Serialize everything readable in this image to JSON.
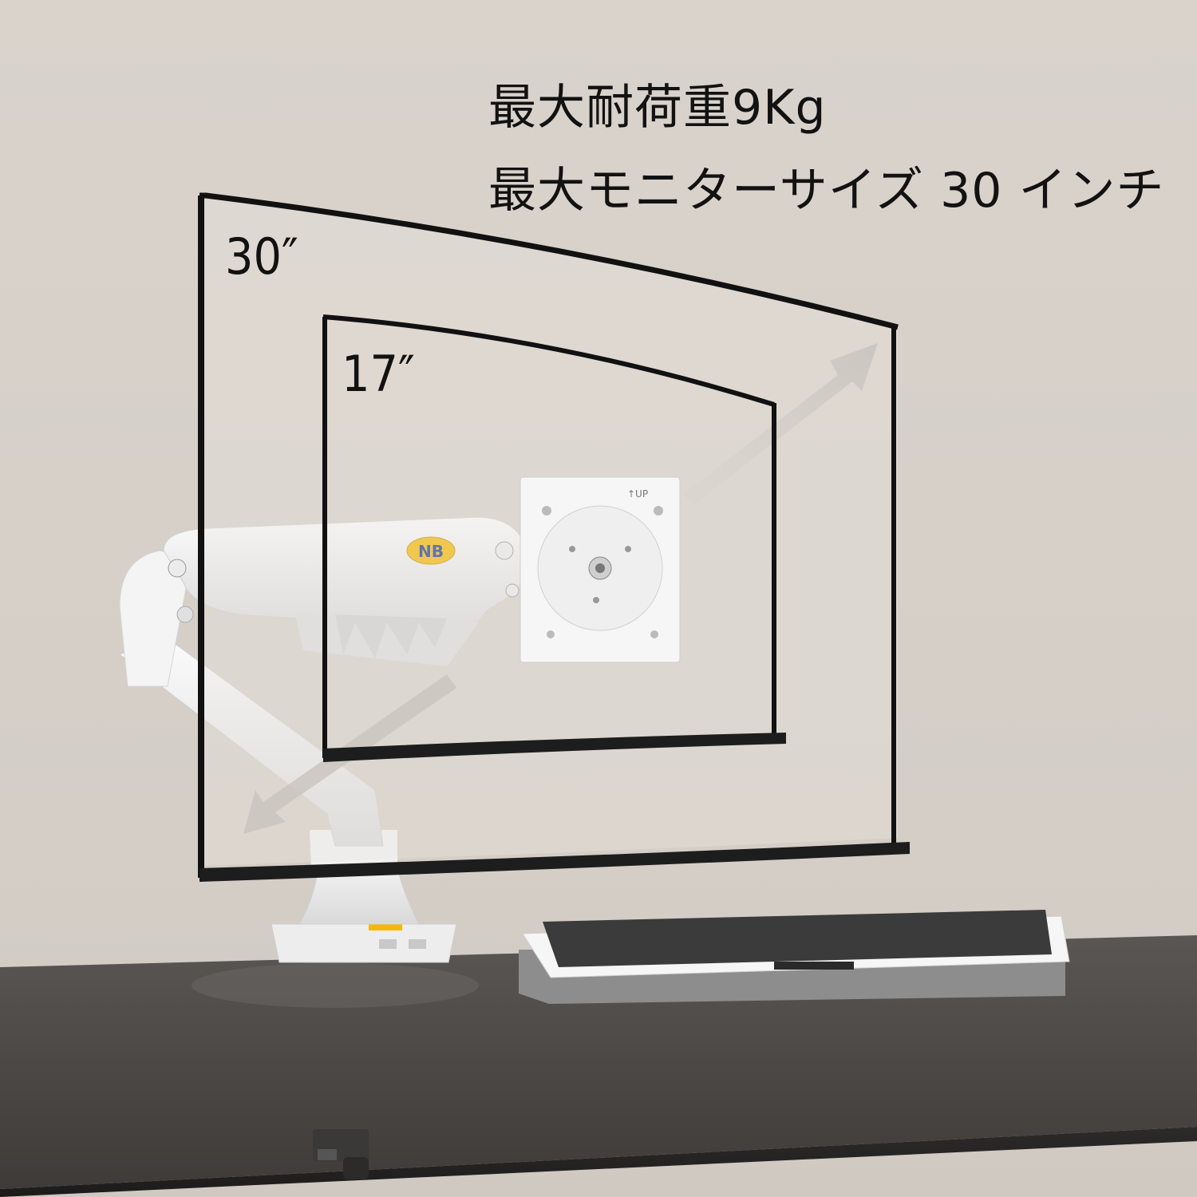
{
  "headline": {
    "line1": "最大耐荷重9Kg",
    "line2": "最大モニターサイズ 30 インチ"
  },
  "labels": {
    "large_monitor": "30″",
    "small_monitor": "17″"
  },
  "logo": {
    "text": "NB"
  },
  "vesa_plate": {
    "up_marker": "↑UP"
  },
  "colors": {
    "background": "#d7d1ca",
    "desk": "#4a4644",
    "arm": "#f2f2f2",
    "logo": "#f5b800",
    "monitor_frame": "#111111"
  }
}
